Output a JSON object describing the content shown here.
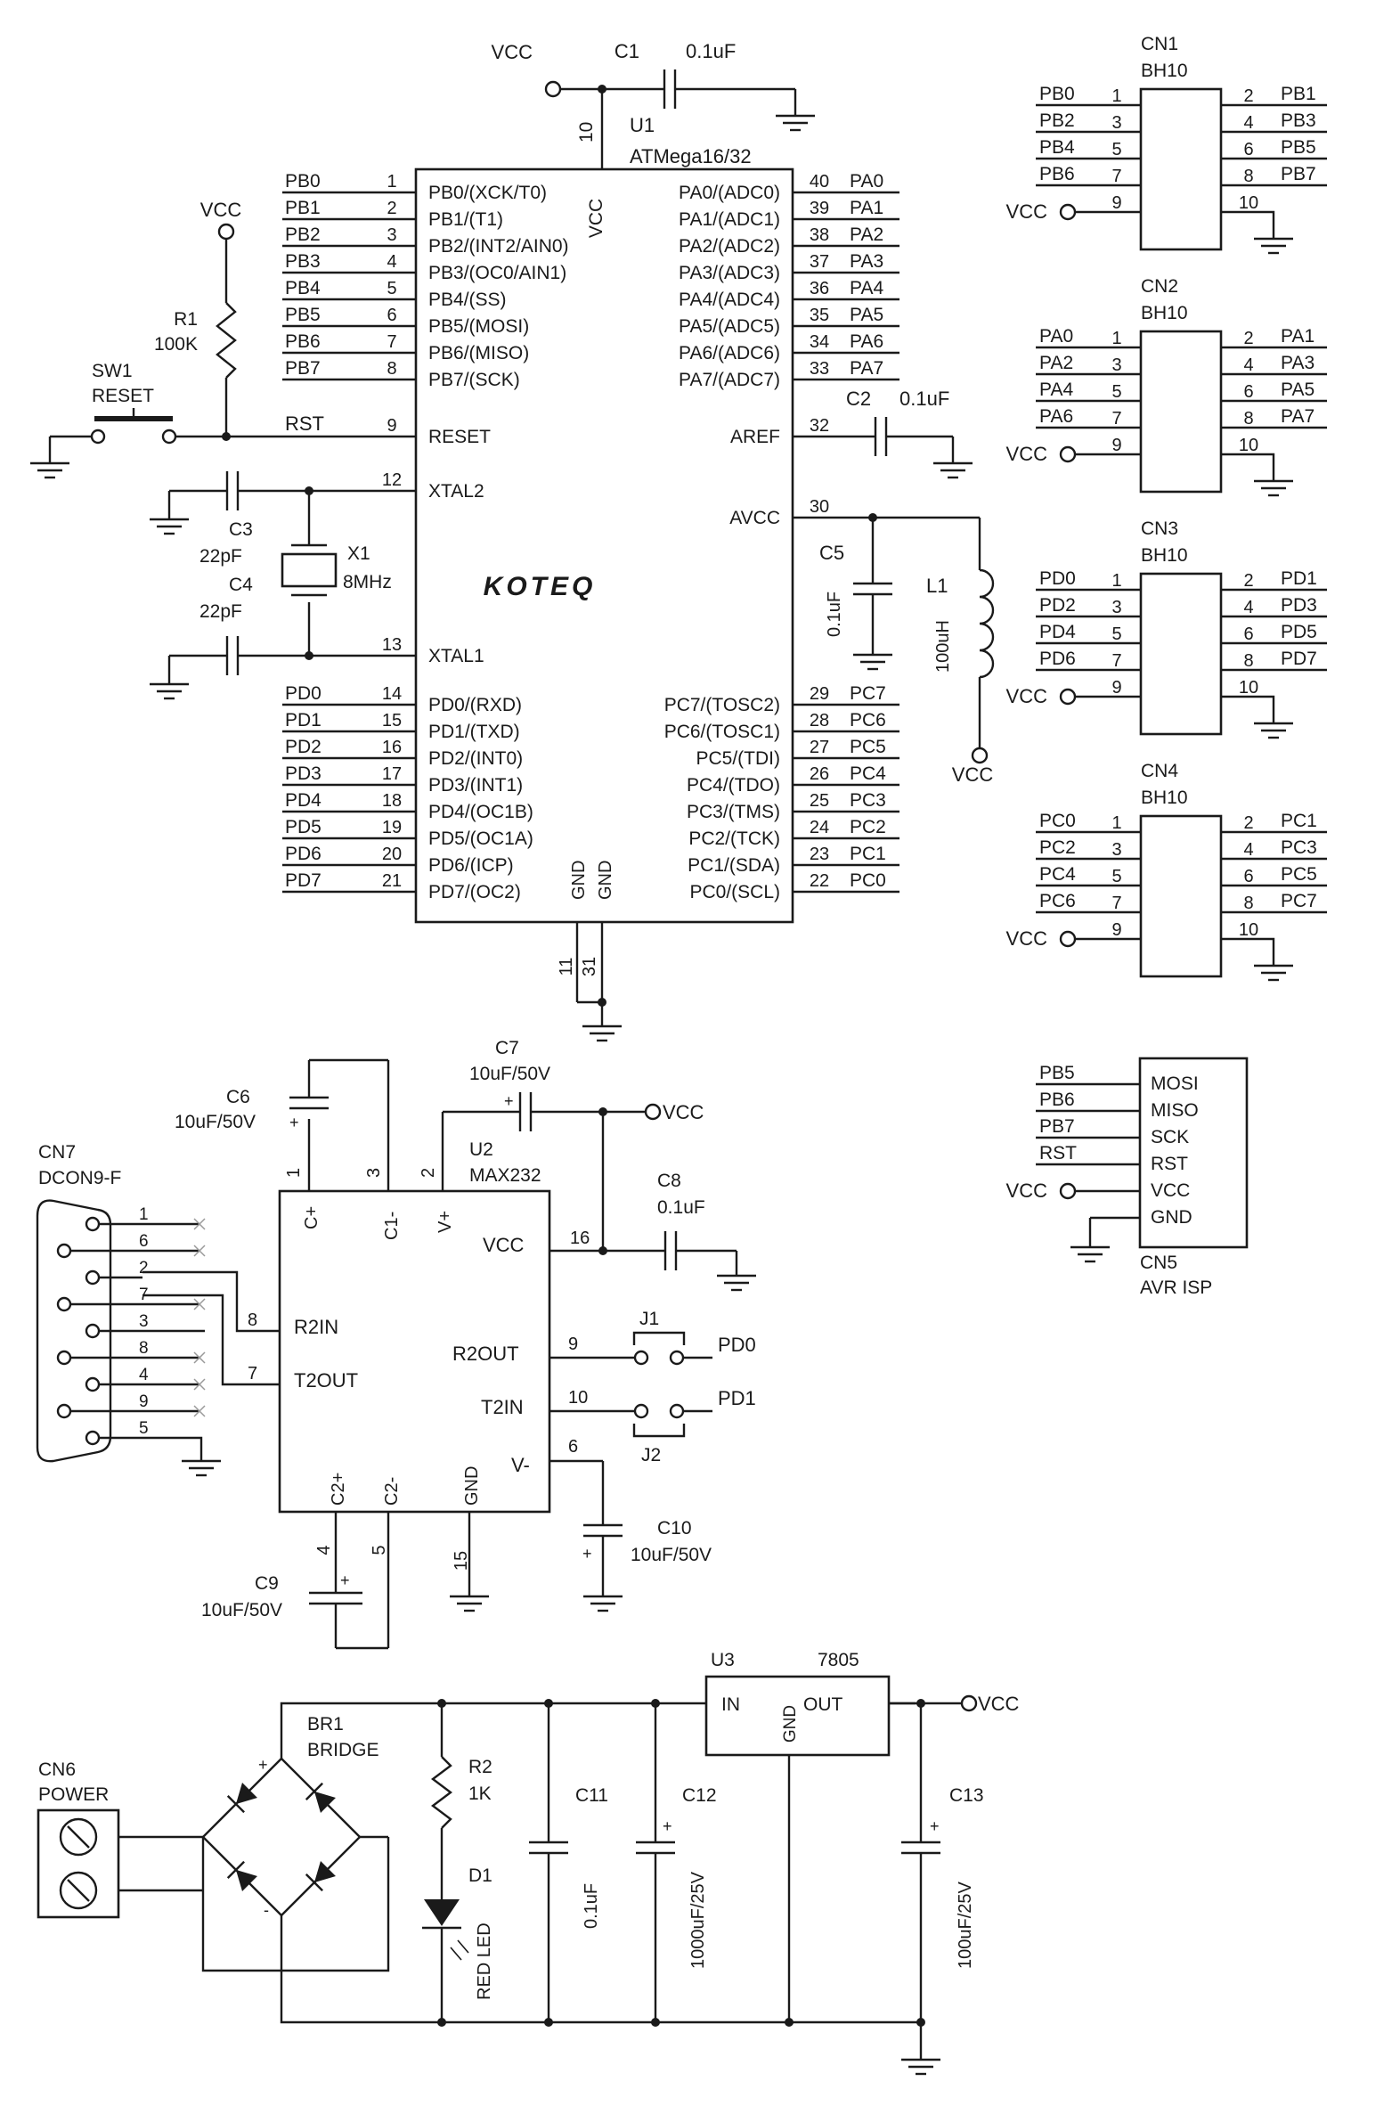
{
  "u1": {
    "ref": "U1",
    "part": "ATMega16/32",
    "logo": "KOTEQ",
    "vcc_label": "VCC",
    "vcc_pin": "10",
    "gnd_pins": [
      "11",
      "31"
    ],
    "gnd_labels": [
      "GND",
      "GND"
    ],
    "left_pins": [
      {
        "num": "1",
        "name": "PB0/(XCK/T0)",
        "net": "PB0"
      },
      {
        "num": "2",
        "name": "PB1/(T1)",
        "net": "PB1"
      },
      {
        "num": "3",
        "name": "PB2/(INT2/AIN0)",
        "net": "PB2"
      },
      {
        "num": "4",
        "name": "PB3/(OC0/AIN1)",
        "net": "PB3"
      },
      {
        "num": "5",
        "name": "PB4/(SS)",
        "net": "PB4"
      },
      {
        "num": "6",
        "name": "PB5/(MOSI)",
        "net": "PB5"
      },
      {
        "num": "7",
        "name": "PB6/(MISO)",
        "net": "PB6"
      },
      {
        "num": "8",
        "name": "PB7/(SCK)",
        "net": "PB7"
      },
      {
        "num": "9",
        "name": "RESET",
        "net": "RST"
      },
      {
        "num": "12",
        "name": "XTAL2",
        "net": ""
      },
      {
        "num": "13",
        "name": "XTAL1",
        "net": ""
      },
      {
        "num": "14",
        "name": "PD0/(RXD)",
        "net": "PD0"
      },
      {
        "num": "15",
        "name": "PD1/(TXD)",
        "net": "PD1"
      },
      {
        "num": "16",
        "name": "PD2/(INT0)",
        "net": "PD2"
      },
      {
        "num": "17",
        "name": "PD3/(INT1)",
        "net": "PD3"
      },
      {
        "num": "18",
        "name": "PD4/(OC1B)",
        "net": "PD4"
      },
      {
        "num": "19",
        "name": "PD5/(OC1A)",
        "net": "PD5"
      },
      {
        "num": "20",
        "name": "PD6/(ICP)",
        "net": "PD6"
      },
      {
        "num": "21",
        "name": "PD7/(OC2)",
        "net": "PD7"
      }
    ],
    "right_pins": [
      {
        "num": "40",
        "name": "PA0/(ADC0)",
        "net": "PA0"
      },
      {
        "num": "39",
        "name": "PA1/(ADC1)",
        "net": "PA1"
      },
      {
        "num": "38",
        "name": "PA2/(ADC2)",
        "net": "PA2"
      },
      {
        "num": "37",
        "name": "PA3/(ADC3)",
        "net": "PA3"
      },
      {
        "num": "36",
        "name": "PA4/(ADC4)",
        "net": "PA4"
      },
      {
        "num": "35",
        "name": "PA5/(ADC5)",
        "net": "PA5"
      },
      {
        "num": "34",
        "name": "PA6/(ADC6)",
        "net": "PA6"
      },
      {
        "num": "33",
        "name": "PA7/(ADC7)",
        "net": "PA7"
      },
      {
        "num": "32",
        "name": "AREF",
        "net": ""
      },
      {
        "num": "30",
        "name": "AVCC",
        "net": ""
      },
      {
        "num": "29",
        "name": "PC7/(TOSC2)",
        "net": "PC7"
      },
      {
        "num": "28",
        "name": "PC6/(TOSC1)",
        "net": "PC6"
      },
      {
        "num": "27",
        "name": "PC5/(TDI)",
        "net": "PC5"
      },
      {
        "num": "26",
        "name": "PC4/(TDO)",
        "net": "PC4"
      },
      {
        "num": "25",
        "name": "PC3/(TMS)",
        "net": "PC3"
      },
      {
        "num": "24",
        "name": "PC2/(TCK)",
        "net": "PC2"
      },
      {
        "num": "23",
        "name": "PC1/(SDA)",
        "net": "PC1"
      },
      {
        "num": "22",
        "name": "PC0/(SCL)",
        "net": "PC0"
      }
    ]
  },
  "passives": {
    "c1": {
      "ref": "C1",
      "value": "0.1uF"
    },
    "c2": {
      "ref": "C2",
      "value": "0.1uF"
    },
    "c3": {
      "ref": "C3",
      "value": "22pF"
    },
    "c4": {
      "ref": "C4",
      "value": "22pF"
    },
    "c5": {
      "ref": "C5",
      "value": "0.1uF"
    },
    "l1": {
      "ref": "L1",
      "value": "100uH"
    },
    "r1": {
      "ref": "R1",
      "value": "100K"
    },
    "x1": {
      "ref": "X1",
      "value": "8MHz"
    },
    "sw1": {
      "ref": "SW1",
      "value": "RESET"
    }
  },
  "vcc_label": "VCC",
  "headers": [
    {
      "ref": "CN1",
      "type": "BH10",
      "left": [
        "PB0",
        "PB2",
        "PB4",
        "PB6"
      ],
      "right": [
        "PB1",
        "PB3",
        "PB5",
        "PB7"
      ]
    },
    {
      "ref": "CN2",
      "type": "BH10",
      "left": [
        "PA0",
        "PA2",
        "PA4",
        "PA6"
      ],
      "right": [
        "PA1",
        "PA3",
        "PA5",
        "PA7"
      ]
    },
    {
      "ref": "CN3",
      "type": "BH10",
      "left": [
        "PD0",
        "PD2",
        "PD4",
        "PD6"
      ],
      "right": [
        "PD1",
        "PD3",
        "PD5",
        "PD7"
      ]
    },
    {
      "ref": "CN4",
      "type": "BH10",
      "left": [
        "PC0",
        "PC2",
        "PC4",
        "PC6"
      ],
      "right": [
        "PC1",
        "PC3",
        "PC5",
        "PC7"
      ]
    }
  ],
  "header_pins": {
    "left": [
      "1",
      "3",
      "5",
      "7",
      "9"
    ],
    "right": [
      "2",
      "4",
      "6",
      "8",
      "10"
    ]
  },
  "isp": {
    "ref": "CN5",
    "name": "AVR ISP",
    "nets": [
      "PB5",
      "PB6",
      "PB7",
      "RST"
    ],
    "pins": [
      "MOSI",
      "MISO",
      "SCK",
      "RST",
      "VCC",
      "GND"
    ]
  },
  "rs232": {
    "u2": {
      "ref": "U2",
      "part": "MAX232"
    },
    "pins": {
      "c1p": "C+",
      "c1m": "C1-",
      "vp": "V+",
      "vcc": "VCC",
      "r2in": "R2IN",
      "t2out": "T2OUT",
      "r2out": "R2OUT",
      "t2in": "T2IN",
      "c2p": "C2+",
      "c2m": "C2-",
      "gnd": "GND",
      "vm": "V-"
    },
    "pin_nums": {
      "c1p": "1",
      "c1m": "3",
      "vp": "2",
      "vcc": "16",
      "r2in": "8",
      "t2out": "7",
      "r2out": "9",
      "t2in": "10",
      "c2p": "4",
      "c2m": "5",
      "gnd": "15",
      "vm": "6"
    },
    "caps": {
      "c6": {
        "ref": "C6",
        "value": "10uF/50V"
      },
      "c7": {
        "ref": "C7",
        "value": "10uF/50V"
      },
      "c8": {
        "ref": "C8",
        "value": "0.1uF"
      },
      "c9": {
        "ref": "C9",
        "value": "10uF/50V"
      },
      "c10": {
        "ref": "C10",
        "value": "10uF/50V"
      }
    },
    "db9": {
      "ref": "CN7",
      "name": "DCON9-F",
      "pins": [
        "1",
        "6",
        "2",
        "7",
        "3",
        "8",
        "4",
        "9",
        "5"
      ]
    },
    "jumpers": {
      "j1": "J1",
      "j2": "J2",
      "j1_net": "PD0",
      "j2_net": "PD1"
    }
  },
  "power": {
    "cn6": {
      "ref": "CN6",
      "name": "POWER"
    },
    "br1": {
      "ref": "BR1",
      "name": "BRIDGE"
    },
    "r2": {
      "ref": "R2",
      "value": "1K"
    },
    "d1": {
      "ref": "D1",
      "value": "RED LED"
    },
    "c11": {
      "ref": "C11",
      "value": "0.1uF"
    },
    "c12": {
      "ref": "C12",
      "value": "1000uF/25V"
    },
    "c13": {
      "ref": "C13",
      "value": "100uF/25V"
    },
    "u3": {
      "ref": "U3",
      "part": "7805",
      "in": "IN",
      "out": "OUT",
      "gnd": "GND"
    }
  },
  "misc": {
    "plus": "+",
    "minus": "-"
  }
}
